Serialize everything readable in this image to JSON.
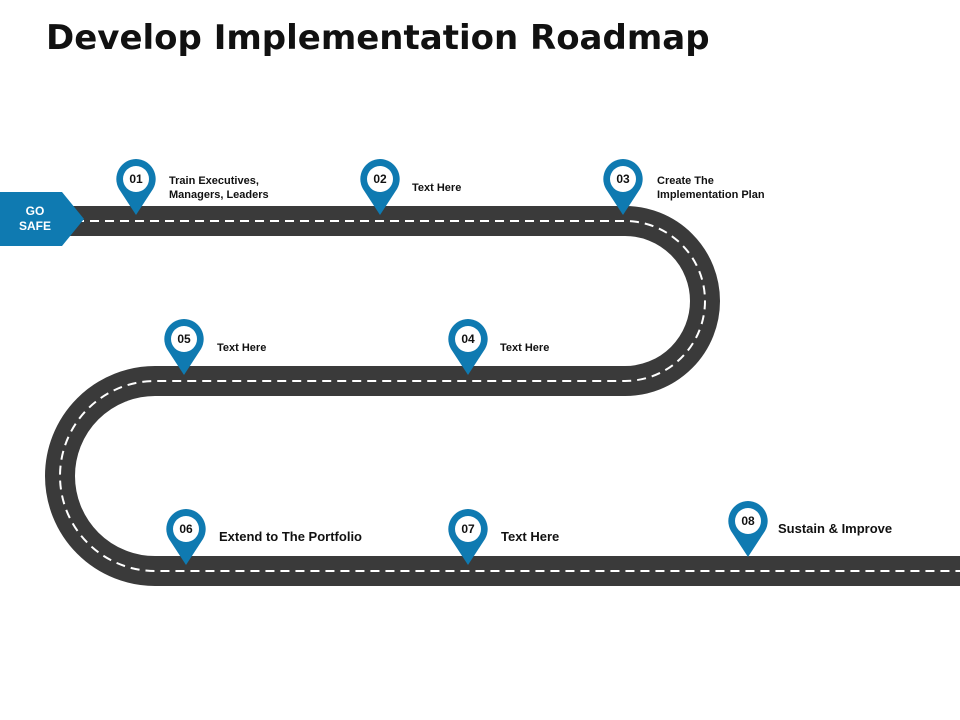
{
  "title": "Develop Implementation Roadmap",
  "start_badge": {
    "line1": "GO",
    "line2": "SAFE"
  },
  "colors": {
    "road": "#3a3a3a",
    "marker": "#0f7ab1",
    "dash": "#ffffff",
    "badge": "#0f7ab1"
  },
  "milestones": [
    {
      "number": "01",
      "label": "Train Executives,\nManagers, Leaders"
    },
    {
      "number": "02",
      "label": "Text Here"
    },
    {
      "number": "03",
      "label": "Create The\nImplementation Plan"
    },
    {
      "number": "04",
      "label": "Text Here"
    },
    {
      "number": "05",
      "label": "Text Here"
    },
    {
      "number": "06",
      "label": "Extend to The Portfolio"
    },
    {
      "number": "07",
      "label": "Text Here"
    },
    {
      "number": "08",
      "label": "Sustain & Improve"
    }
  ]
}
